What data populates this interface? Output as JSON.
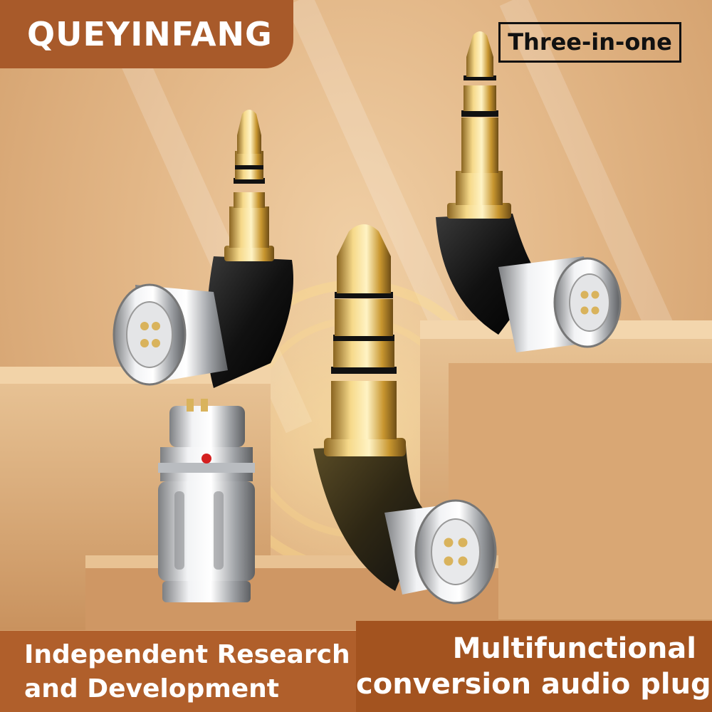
{
  "brand": {
    "name": "QUEYINFANG"
  },
  "tag": {
    "label": "Three-in-one"
  },
  "footer": {
    "left_line1": "Independent Research",
    "left_line2": "and Development",
    "right_line1": "Multifunctional",
    "right_line2": "conversion audio plug"
  },
  "colors": {
    "brand_bg": "#a85a2a",
    "footer_left_bg": "#b05f2b",
    "footer_right_bg": "#a3531f",
    "text_light": "#ffffff",
    "text_dark": "#111111"
  }
}
